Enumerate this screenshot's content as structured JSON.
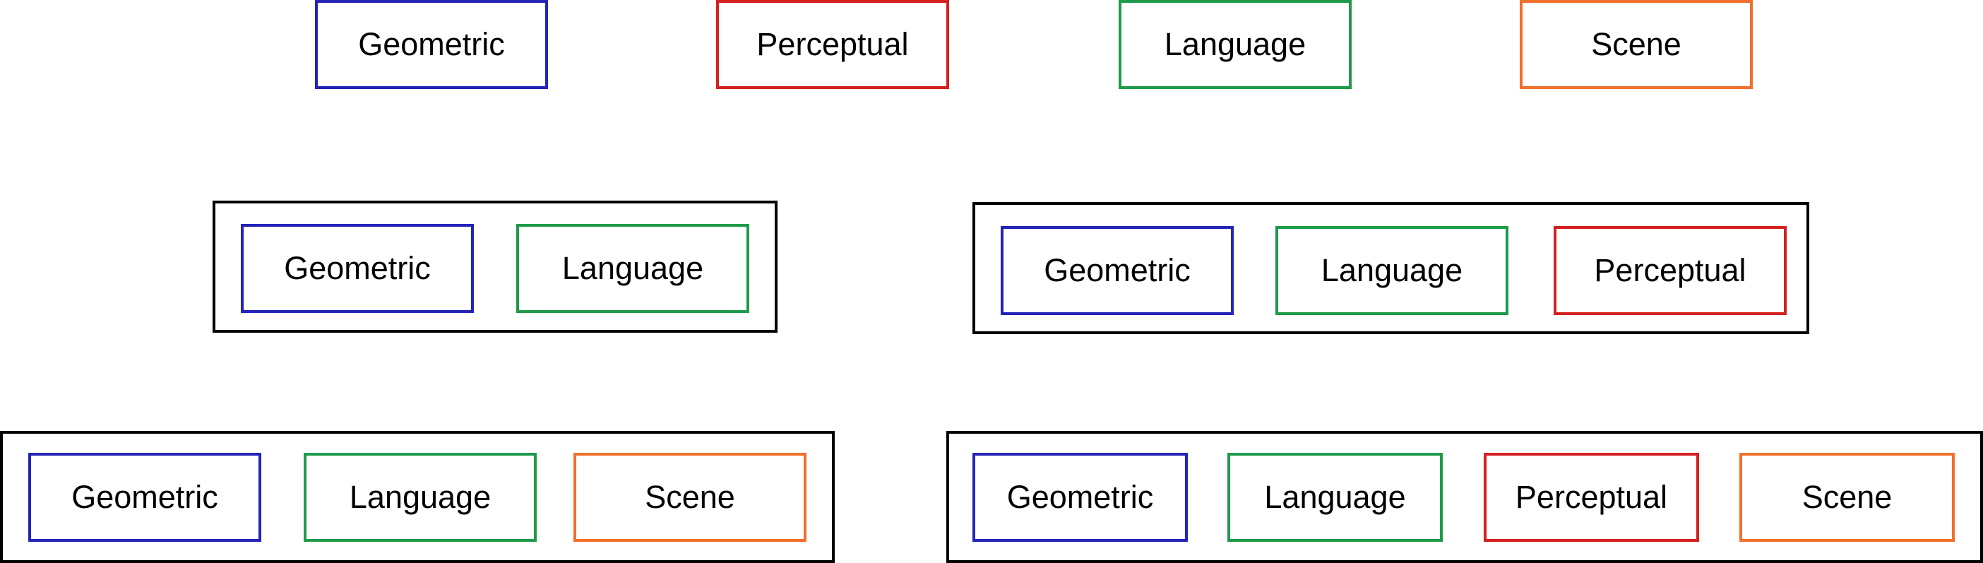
{
  "colors": {
    "geometric": "#2424b8",
    "perceptual": "#d42020",
    "language": "#1f9a4a",
    "scene": "#f0702c",
    "group_border": "#000000"
  },
  "top_row": {
    "geometric": "Geometric",
    "perceptual": "Perceptual",
    "language": "Language",
    "scene": "Scene"
  },
  "middle_left_group": {
    "items": [
      "Geometric",
      "Language"
    ]
  },
  "middle_right_group": {
    "items": [
      "Geometric",
      "Language",
      "Perceptual"
    ]
  },
  "bottom_left_group": {
    "items": [
      "Geometric",
      "Language",
      "Scene"
    ]
  },
  "bottom_right_group": {
    "items": [
      "Geometric",
      "Language",
      "Perceptual",
      "Scene"
    ]
  }
}
